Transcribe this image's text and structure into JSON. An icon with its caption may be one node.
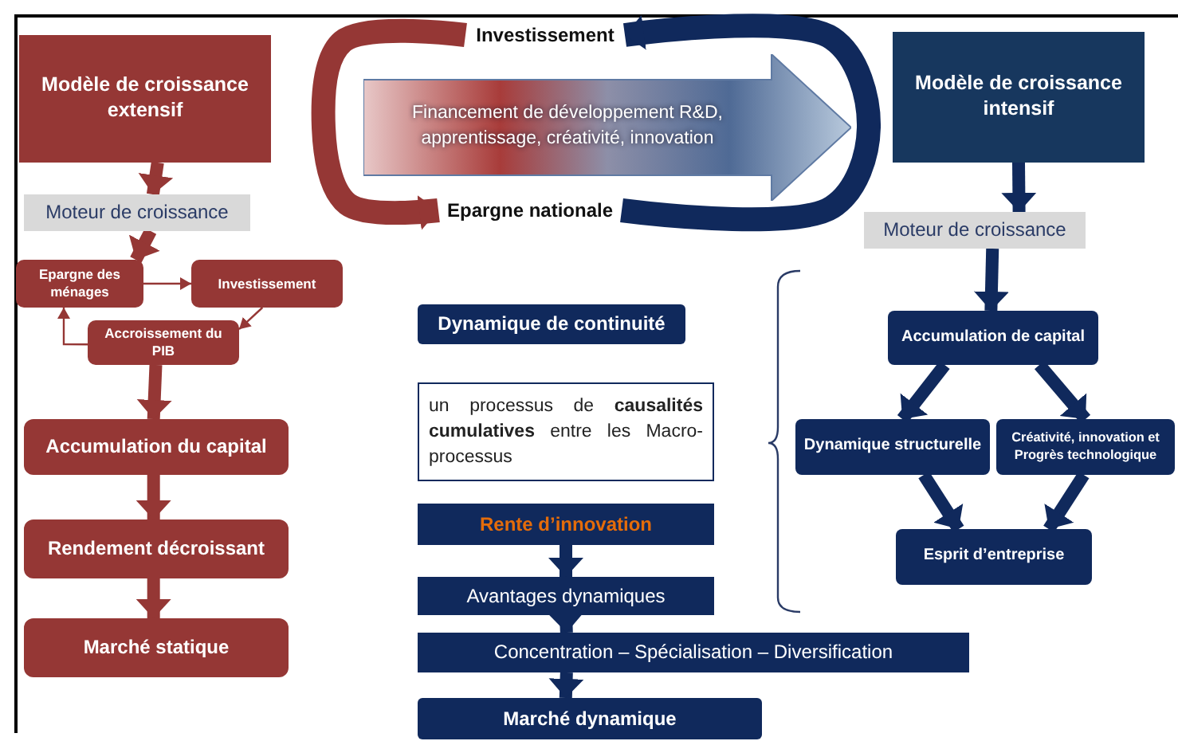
{
  "diagram": {
    "nodes": [
      {
        "text": [
          "Modèle de croissance extensif"
        ]
      },
      {
        "text": [
          "Moteur de croissance"
        ]
      },
      {
        "text": [
          "Epargne des ménages"
        ]
      },
      {
        "text": [
          "Investissement"
        ]
      },
      {
        "text": [
          "Accroissement du PIB"
        ]
      },
      {
        "text": [
          "Accumulation du capital"
        ]
      },
      {
        "text": [
          "Rendement décroissant"
        ]
      },
      {
        "text": [
          "Marché statique"
        ]
      },
      {
        "text": [
          "Financement de développement R&D, apprentissage, créativité, innovation"
        ]
      },
      {
        "text": [
          "Investissement"
        ]
      },
      {
        "text": [
          "Epargne nationale"
        ]
      },
      {
        "text": [
          "Modèle de croissance intensif"
        ]
      },
      {
        "text": [
          "Moteur de croissance"
        ]
      },
      {
        "text": [
          "Accumulation de capital"
        ]
      },
      {
        "text": [
          "Dynamique structurelle"
        ]
      },
      {
        "text": [
          "Créativité, innovation et Progrès technologique"
        ]
      },
      {
        "text": [
          "Esprit d’entreprise"
        ]
      },
      {
        "text": [
          "Dynamique de continuité"
        ]
      },
      {
        "text": [
          "un processus de **causalités cumulatives** entre les Macro-processus"
        ]
      },
      {
        "text": [
          "Rente d’innovation"
        ]
      },
      {
        "text": [
          "Avantages dynamiques"
        ]
      },
      {
        "text": [
          "Concentration – Spécialisation – Diversification"
        ]
      },
      {
        "text": [
          "Marché dynamique"
        ]
      }
    ],
    "edges": [
      {
        "from": 0,
        "to": 1,
        "arrow": "to",
        "color": "#953735"
      },
      {
        "from": 1,
        "to": 2,
        "arrow": "to",
        "color": "#953735"
      },
      {
        "from": 2,
        "to": 3,
        "arrow": "to",
        "color": "#953735"
      },
      {
        "from": 3,
        "to": 4,
        "arrow": "to",
        "color": "#953735"
      },
      {
        "from": 4,
        "to": 2,
        "arrow": "to",
        "color": "#953735"
      },
      {
        "from": 4,
        "to": 5,
        "arrow": "to",
        "color": "#953735"
      },
      {
        "from": 5,
        "to": 6,
        "arrow": "to",
        "color": "#953735"
      },
      {
        "from": 6,
        "to": 7,
        "arrow": "to",
        "color": "#953735"
      },
      {
        "from": 9,
        "to": 10,
        "arrow": "to",
        "style": "thick",
        "color": "#953735"
      },
      {
        "from": 10,
        "to": 9,
        "arrow": "to",
        "style": "thick"
      },
      {
        "from": 11,
        "to": 12,
        "arrow": "to"
      },
      {
        "from": 12,
        "to": 13,
        "arrow": "to"
      },
      {
        "from": 13,
        "to": 14,
        "arrow": "to"
      },
      {
        "from": 13,
        "to": 15,
        "arrow": "to"
      },
      {
        "from": 14,
        "to": 16,
        "arrow": "to"
      },
      {
        "from": 15,
        "to": 16,
        "arrow": "to"
      },
      {
        "from": 19,
        "to": 20,
        "arrow": "to"
      },
      {
        "from": 20,
        "to": 21,
        "arrow": "to"
      },
      {
        "from": 21,
        "to": 22,
        "arrow": "to"
      }
    ]
  }
}
